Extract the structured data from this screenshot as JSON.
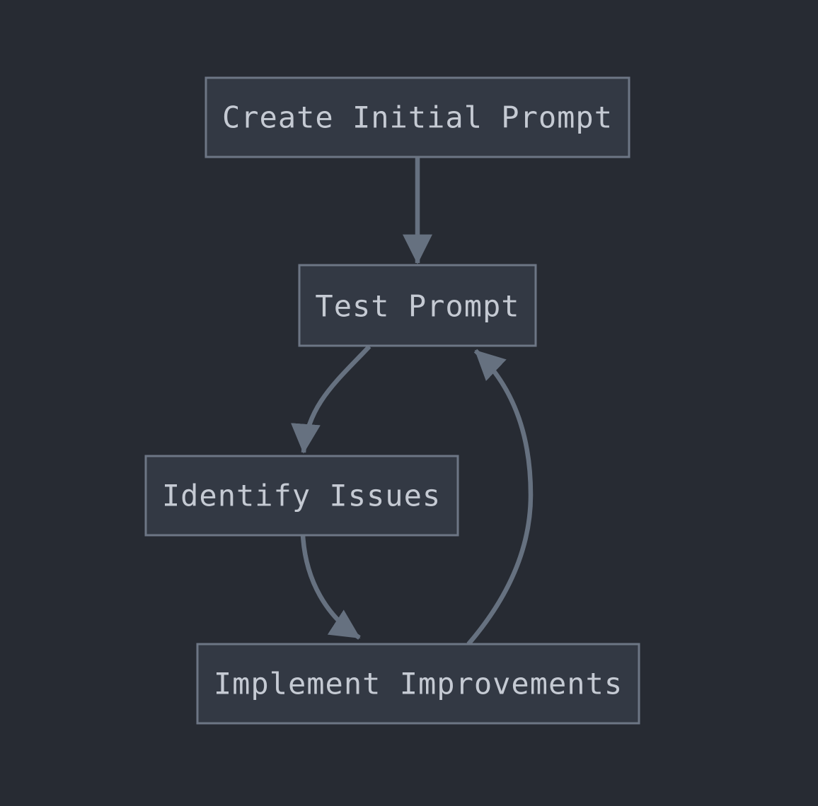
{
  "diagram": {
    "type": "flowchart",
    "direction": "top-down",
    "nodes": [
      {
        "id": "create",
        "label": "Create Initial Prompt"
      },
      {
        "id": "test",
        "label": "Test Prompt"
      },
      {
        "id": "identify",
        "label": "Identify Issues"
      },
      {
        "id": "implement",
        "label": "Implement Improvements"
      }
    ],
    "edges": [
      {
        "from": "Create Initial Prompt",
        "to": "Test Prompt",
        "style": "straight-arrow"
      },
      {
        "from": "Test Prompt",
        "to": "Identify Issues",
        "style": "curved-arrow"
      },
      {
        "from": "Identify Issues",
        "to": "Implement Improvements",
        "style": "curved-arrow"
      },
      {
        "from": "Implement Improvements",
        "to": "Test Prompt",
        "style": "curved-arrow-loopback"
      }
    ]
  },
  "colors": {
    "background": "#272b33",
    "node_fill": "#333944",
    "node_border": "#6d7685",
    "edge": "#667180",
    "text": "#c5cad3"
  }
}
